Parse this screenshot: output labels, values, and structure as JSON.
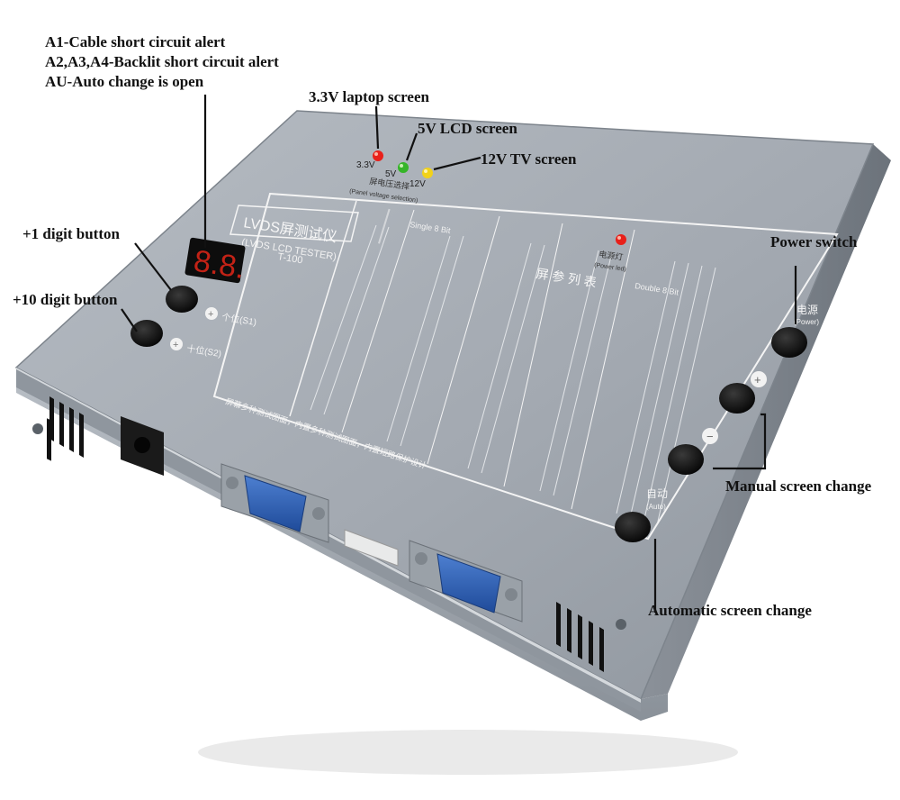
{
  "callouts": {
    "a1": "A1-Cable short circuit alert",
    "a2": "A2,A3,A4-Backlit short circuit alert",
    "au": "AU-Auto change is open",
    "laptop": "3.3V laptop screen",
    "lcd": "5V LCD screen",
    "tv": "12V TV screen",
    "plus1": "+1 digit button",
    "plus10": "+10 digit button",
    "power": "Power switch",
    "manual": "Manual screen change",
    "auto": "Automatic screen change"
  },
  "device": {
    "led_labels": {
      "v33": "3.3V",
      "v5": "5V",
      "v12": "12V"
    },
    "voltage_cn": "屏电压选择",
    "voltage_en": "(Panel voltage selection)",
    "power_led_cn": "电源灯",
    "power_led_en": "(Power led)",
    "title_cn": "LVDS屏测试仪",
    "title_en": "(LVDS LCD TESTER)",
    "model": "T-100",
    "display_digits": "8.8.",
    "btn_s1": "个位(S1)",
    "btn_s2": "十位(S2)",
    "power_cn": "电源",
    "power_en": "(Power)",
    "auto_cn": "自动",
    "auto_en": "(Auto)",
    "table_header_cn": "屏 参 列 表",
    "col_single": "Single 8 Bit",
    "col_double": "Double 8 Bit",
    "footer_cn": "屏幕多种测试图面，内置多种测试图面，内置短路保护设计"
  },
  "colors": {
    "led_red": "#e8201a",
    "led_green": "#35b528",
    "led_yellow": "#f2d21a",
    "panel_top": "#a7adb4",
    "display_red": "#ff2a1a"
  }
}
